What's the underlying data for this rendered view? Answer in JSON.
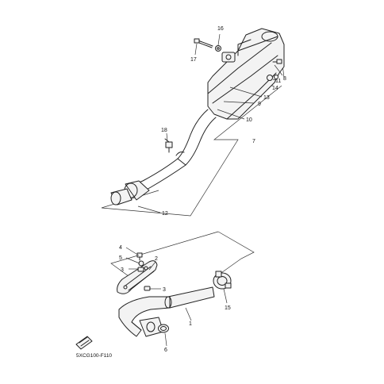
{
  "callouts": {
    "c1": "1",
    "c2": "2",
    "c3a": "3",
    "c3b": "3",
    "c4": "4",
    "c5": "5",
    "c6": "6",
    "c7": "7",
    "c8": "8",
    "c9": "9",
    "c10": "10",
    "c11": "11",
    "c12": "12",
    "c13": "13",
    "c14": "14",
    "c15": "15",
    "c16": "16",
    "c17": "17",
    "c18": "18"
  },
  "diagram_code": "5XCG100-F110"
}
